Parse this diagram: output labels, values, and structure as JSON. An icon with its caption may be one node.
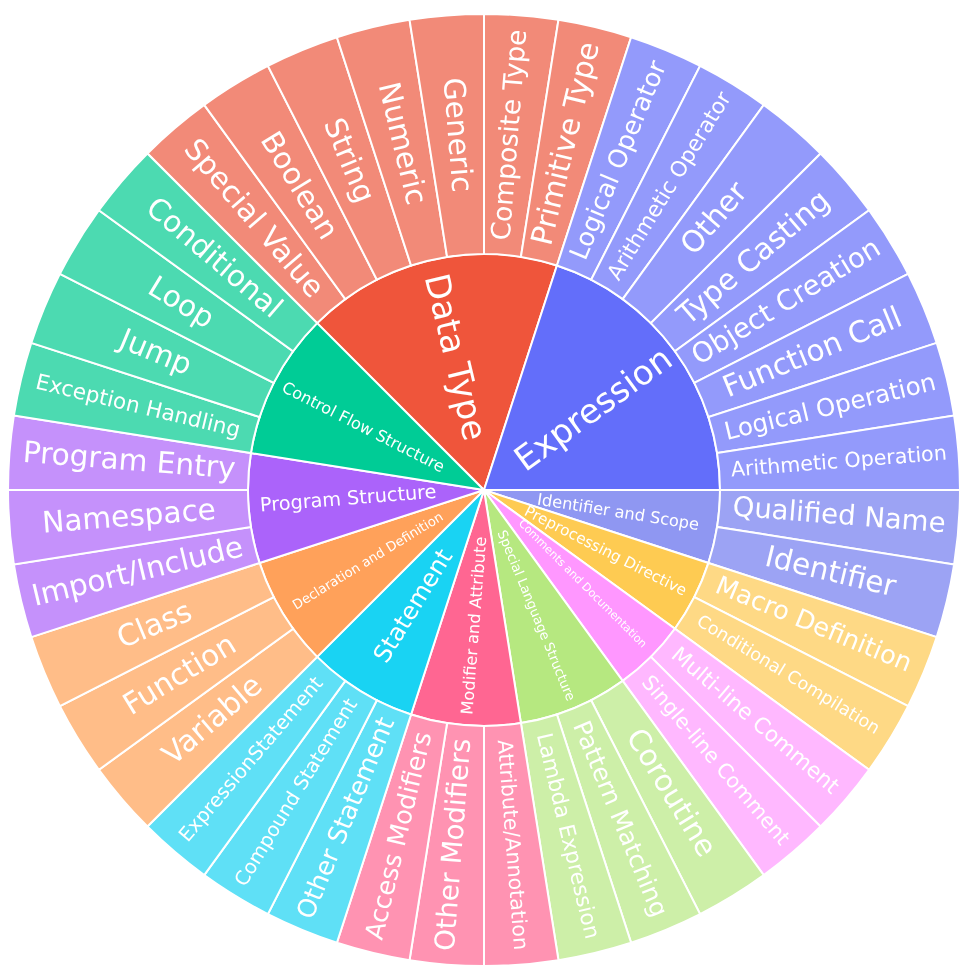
{
  "diagram": {
    "nodes": [
      {
        "text": [
          "Data Type"
        ]
      },
      {
        "text": [
          "Special Value"
        ]
      },
      {
        "text": [
          "Boolean"
        ]
      },
      {
        "text": [
          "String"
        ]
      },
      {
        "text": [
          "Numeric"
        ]
      },
      {
        "text": [
          "Generic"
        ]
      },
      {
        "text": [
          "Composite Type"
        ]
      },
      {
        "text": [
          "Primitive Type"
        ]
      },
      {
        "text": [
          "Expression"
        ]
      },
      {
        "text": [
          "Logical Operator"
        ]
      },
      {
        "text": [
          "Arithmetic Operator"
        ]
      },
      {
        "text": [
          "Other"
        ]
      },
      {
        "text": [
          "Type Casting"
        ]
      },
      {
        "text": [
          "Object Creation"
        ]
      },
      {
        "text": [
          "Function Call"
        ]
      },
      {
        "text": [
          "Logical Operation"
        ]
      },
      {
        "text": [
          "Arithmetic Operation"
        ]
      },
      {
        "text": [
          "Identifier and Scope"
        ]
      },
      {
        "text": [
          "Qualified Name"
        ]
      },
      {
        "text": [
          "Identifier"
        ]
      },
      {
        "text": [
          "Preprocessing Directive"
        ]
      },
      {
        "text": [
          "Macro Definition"
        ]
      },
      {
        "text": [
          "Conditional Compilation"
        ]
      },
      {
        "text": [
          "Comments and Documentation"
        ]
      },
      {
        "text": [
          "Multi-line Comment"
        ]
      },
      {
        "text": [
          "Single-line Comment"
        ]
      },
      {
        "text": [
          "Special Language Structure"
        ]
      },
      {
        "text": [
          "Coroutine"
        ]
      },
      {
        "text": [
          "Pattern Matching"
        ]
      },
      {
        "text": [
          "Lambda Expression"
        ]
      },
      {
        "text": [
          "Modifier and Attribute"
        ]
      },
      {
        "text": [
          "Attribute/Annotation"
        ]
      },
      {
        "text": [
          "Other Modifiers"
        ]
      },
      {
        "text": [
          "Access Modifiers"
        ]
      },
      {
        "text": [
          "Statement"
        ]
      },
      {
        "text": [
          "Other Statement"
        ]
      },
      {
        "text": [
          "Compound Statement"
        ]
      },
      {
        "text": [
          "ExpressionStatement"
        ]
      },
      {
        "text": [
          "Declaration and Definition"
        ]
      },
      {
        "text": [
          "Variable"
        ]
      },
      {
        "text": [
          "Function"
        ]
      },
      {
        "text": [
          "Class"
        ]
      },
      {
        "text": [
          "Program Structure"
        ]
      },
      {
        "text": [
          "Import/Include"
        ]
      },
      {
        "text": [
          "Namespace"
        ]
      },
      {
        "text": [
          "Program Entry"
        ]
      },
      {
        "text": [
          "Control Flow Structure"
        ]
      },
      {
        "text": [
          "Exception Handling"
        ]
      },
      {
        "text": [
          "Jump"
        ]
      },
      {
        "text": [
          "Loop"
        ]
      },
      {
        "text": [
          "Conditional"
        ]
      }
    ]
  }
}
